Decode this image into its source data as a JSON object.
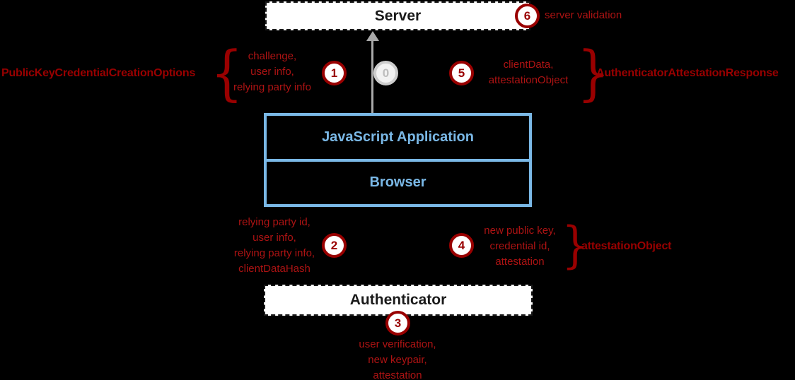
{
  "colors": {
    "background": "#000000",
    "maroon": "#990000",
    "red_text": "#ad1313",
    "light_blue": "#7ab8e6",
    "gray": "#a9a9a9"
  },
  "nodes": {
    "server": "Server",
    "js_application": "JavaScript Application",
    "browser": "Browser",
    "authenticator": "Authenticator"
  },
  "annotations": {
    "left_object": "PublicKeyCredentialCreationOptions",
    "right_object": "AuthenticatorAttestationResponse",
    "attestation_object": "attestationObject",
    "brace_open": "{",
    "brace_close": "}"
  },
  "steps": {
    "s0": {
      "num": "0"
    },
    "s1": {
      "num": "1",
      "lines": [
        "challenge,",
        "user info,",
        "relying party info"
      ]
    },
    "s2": {
      "num": "2",
      "lines": [
        "relying party id,",
        "user info,",
        "relying party info,",
        "clientDataHash"
      ]
    },
    "s3": {
      "num": "3",
      "lines": [
        "user verification,",
        "new keypair,",
        "attestation"
      ]
    },
    "s4": {
      "num": "4",
      "lines": [
        "new public key,",
        "credential id,",
        "attestation"
      ]
    },
    "s5": {
      "num": "5",
      "lines": [
        "clientData,",
        "attestationObject"
      ]
    },
    "s6": {
      "num": "6",
      "label": "server validation"
    }
  }
}
